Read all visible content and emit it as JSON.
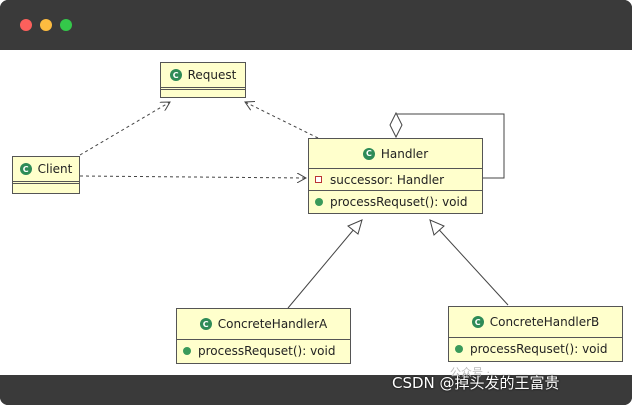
{
  "window": {
    "controls": [
      "close",
      "minimize",
      "maximize"
    ]
  },
  "colors": {
    "node_fill": "#ffffcc",
    "class_icon": "#2e8b57",
    "chrome": "#3a3a3a"
  },
  "classes": {
    "request": {
      "name": "Request"
    },
    "client": {
      "name": "Client"
    },
    "handler": {
      "name": "Handler",
      "attribute": "successor: Handler",
      "method": "processRequset(): void"
    },
    "concrete_a": {
      "name": "ConcreteHandlerA",
      "method": "processRequset(): void"
    },
    "concrete_b": {
      "name": "ConcreteHandlerB",
      "method": "processRequset(): void"
    }
  },
  "icons": {
    "class_icon": "C"
  },
  "watermark": {
    "text": "CSDN @掉头发的王富贵",
    "subtext": "公众号 ·"
  }
}
